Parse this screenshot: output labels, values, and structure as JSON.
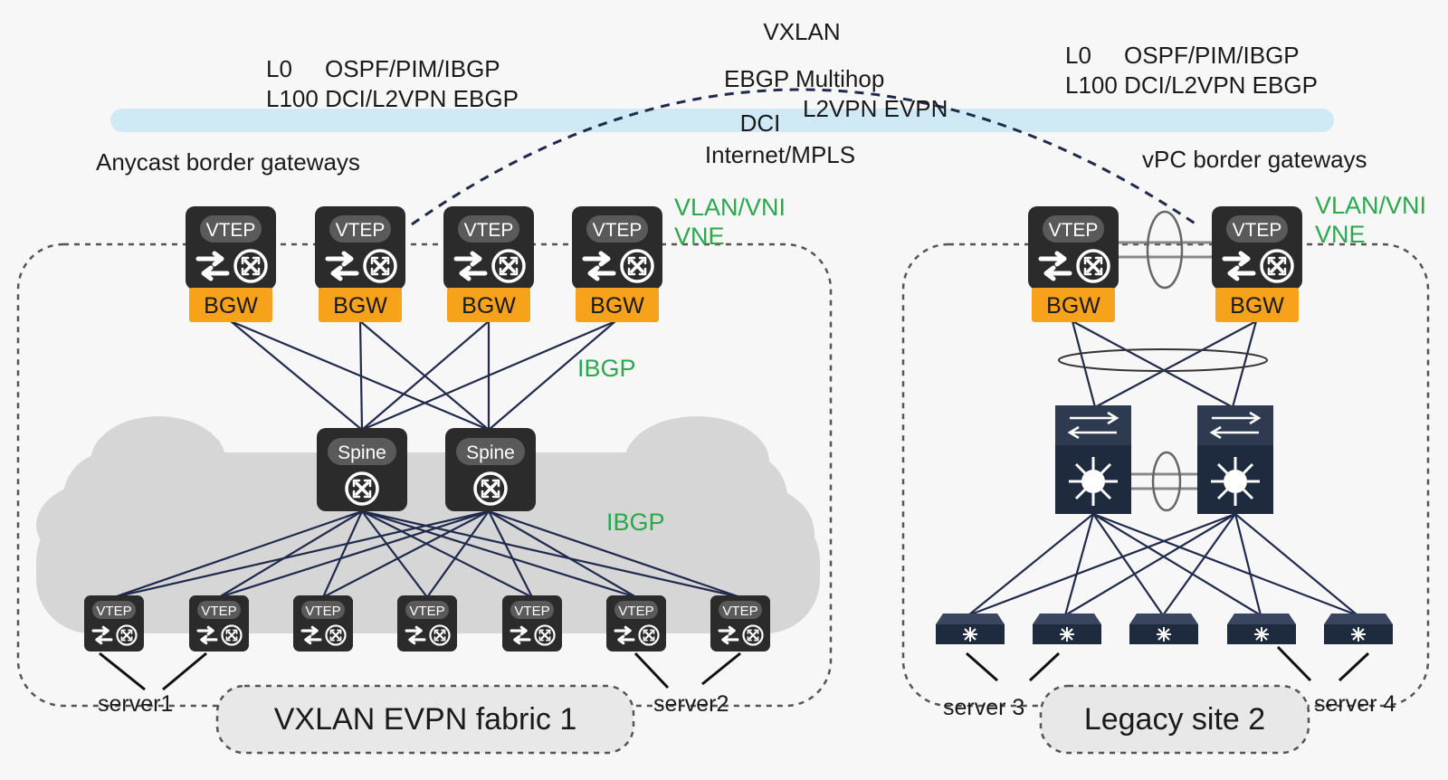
{
  "top": {
    "vxlan": "VXLAN",
    "ebgp_multihop": "EBGP Multihop",
    "l2vpn_evpn": "L2VPN EVPN",
    "dci": "DCI",
    "internet_mpls": "Internet/MPLS"
  },
  "left_site": {
    "proto_line1": "L0     OSPF/PIM/IBGP",
    "proto_line2": "L100 DCI/L2VPN EBGP",
    "gateways_title": "Anycast border gateways",
    "vlan_vni": "VLAN/VNI",
    "vne": "VNE",
    "ibgp_upper": "IBGP",
    "ibgp_lower": "IBGP",
    "vtep_label": "VTEP",
    "bgw_label": "BGW",
    "spine_label": "Spine",
    "server1": "server1",
    "server2": "server2",
    "fabric_name": "VXLAN EVPN fabric 1"
  },
  "right_site": {
    "proto_line1": "L0     OSPF/PIM/IBGP",
    "proto_line2": "L100 DCI/L2VPN EBGP",
    "gateways_title": "vPC border gateways",
    "vlan_vni": "VLAN/VNI",
    "vne": "VNE",
    "vtep_label": "VTEP",
    "bgw_label": "BGW",
    "server3": "server 3",
    "server4": "server 4",
    "site_name": "Legacy site 2"
  },
  "colors": {
    "device": "#2b2b2b",
    "bgw": "#f7a21b",
    "link": "#1f2a4d",
    "dci_band": "#cfe9f5",
    "cloud": "#d6d6d6",
    "accent_green": "#2aa84a"
  },
  "icons": [
    "vtep-switch-icon",
    "spine-router-icon",
    "layer3-switch-icon",
    "access-switch-icon"
  ]
}
